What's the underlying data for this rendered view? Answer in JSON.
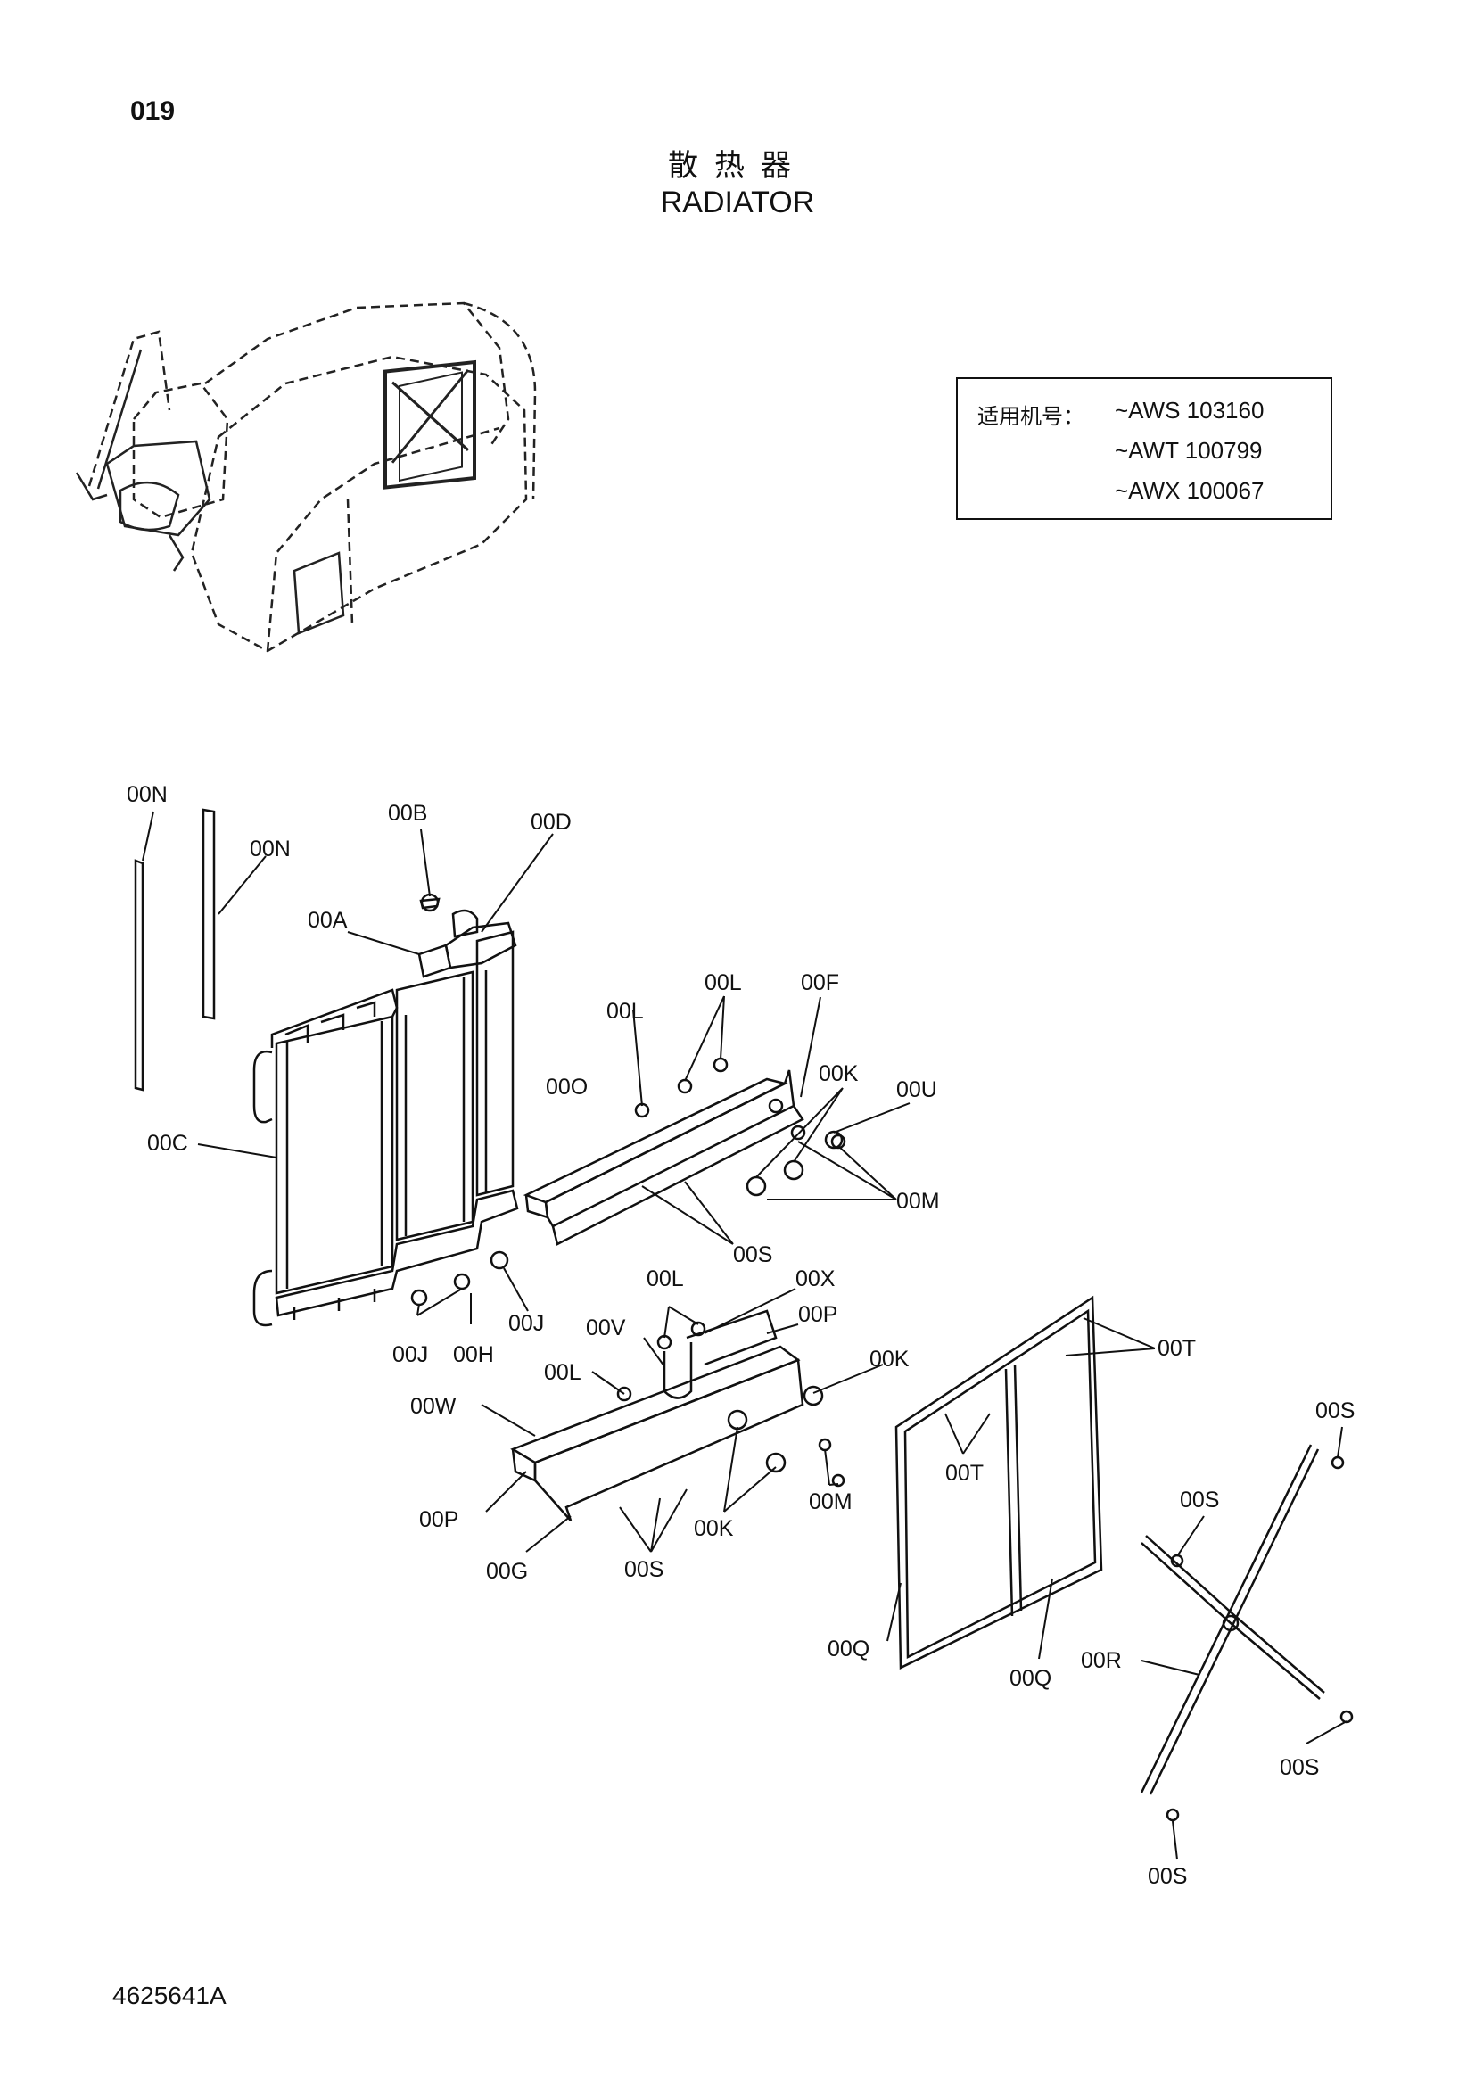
{
  "page_number": "019",
  "title_cn": "散热器",
  "title_en": "RADIATOR",
  "serial_box": {
    "label": "适用机号：",
    "ranges": [
      "~AWS 103160",
      "~AWT 100799",
      "~AWX 100067"
    ]
  },
  "drawing_number": "4625641A",
  "callouts": {
    "n1": "00N",
    "n2": "00N",
    "b": "00B",
    "d": "00D",
    "a": "00A",
    "c": "00C",
    "l1": "00L",
    "l2": "00L",
    "f": "00F",
    "o": "00O",
    "k1": "00K",
    "u": "00U",
    "m1": "00M",
    "s1": "00S",
    "j1": "00J",
    "j2": "00J",
    "h": "00H",
    "l3": "00L",
    "x": "00X",
    "p1": "00P",
    "v": "00V",
    "l4": "00L",
    "k2": "00K",
    "w": "00W",
    "t1": "00T",
    "s2": "00S",
    "p2": "00P",
    "m2": "00M",
    "k3": "00K",
    "t2": "00T",
    "g": "00G",
    "s3": "00S",
    "s4": "00S",
    "q1": "00Q",
    "q2": "00Q",
    "r": "00R",
    "s5": "00S",
    "s6": "00S"
  }
}
